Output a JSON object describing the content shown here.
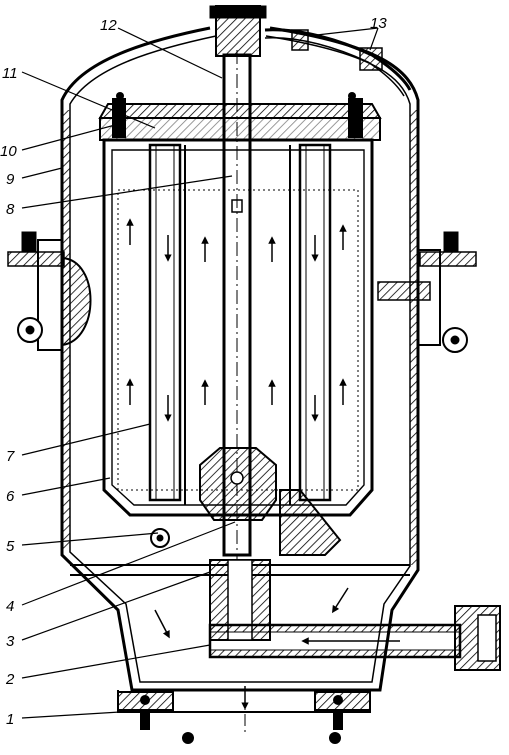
{
  "figure": {
    "callouts": [
      {
        "id": "c1",
        "text": "1"
      },
      {
        "id": "c2",
        "text": "2"
      },
      {
        "id": "c3",
        "text": "3"
      },
      {
        "id": "c4",
        "text": "4"
      },
      {
        "id": "c5",
        "text": "5"
      },
      {
        "id": "c6",
        "text": "6"
      },
      {
        "id": "c7",
        "text": "7"
      },
      {
        "id": "c8",
        "text": "8"
      },
      {
        "id": "c9",
        "text": "9"
      },
      {
        "id": "c10",
        "text": "10"
      },
      {
        "id": "c11",
        "text": "11"
      },
      {
        "id": "c12",
        "text": "12"
      },
      {
        "id": "c13",
        "text": "13"
      }
    ]
  },
  "colors": {
    "ink": "#000000",
    "paper": "#ffffff"
  }
}
